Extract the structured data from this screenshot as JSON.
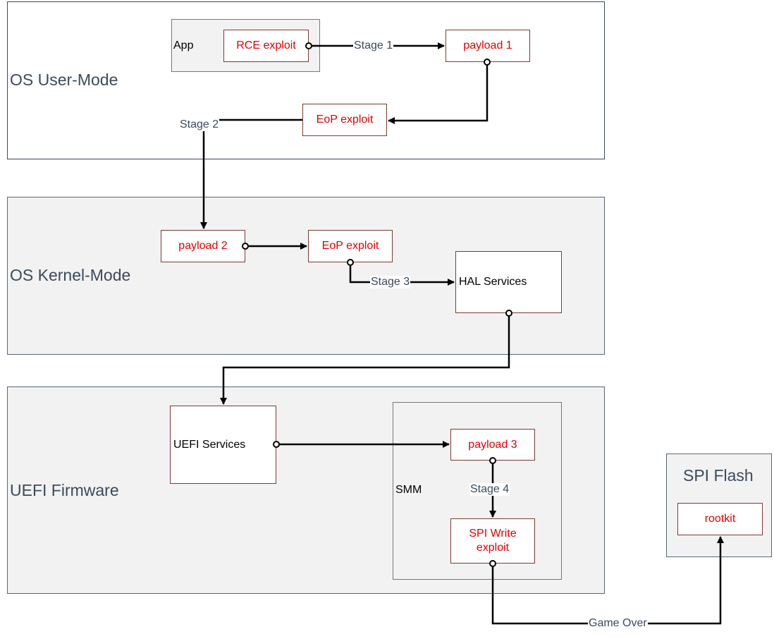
{
  "zones": {
    "user_mode": "OS User-Mode",
    "kernel_mode": "OS Kernel-Mode",
    "uefi_firmware": "UEFI Firmware",
    "spi_flash": "SPI Flash"
  },
  "containers": {
    "app": "App",
    "smm": "SMM"
  },
  "nodes": {
    "rce_exploit": "RCE exploit",
    "payload_1": "payload 1",
    "eop_exploit_user": "EoP exploit",
    "payload_2": "payload 2",
    "eop_exploit_kernel": "EoP exploit",
    "hal_services": "HAL Services",
    "uefi_services": "UEFI Services",
    "payload_3": "payload 3",
    "spi_write_exploit": "SPI Write exploit",
    "rootkit": "rootkit"
  },
  "edges": {
    "stage_1": "Stage 1",
    "stage_2": "Stage 2",
    "stage_3": "Stage 3",
    "stage_4": "Stage 4",
    "game_over": "Game Over"
  },
  "colors": {
    "payload_text": "#e00000",
    "zone_title": "#3b4a5c",
    "node_border": "#7a3b33",
    "zone_fill": "#f2f2f2"
  }
}
